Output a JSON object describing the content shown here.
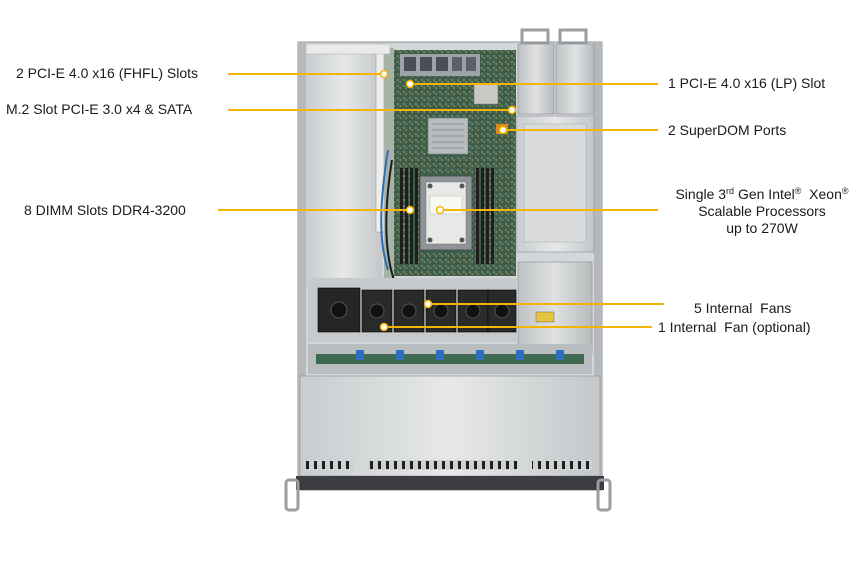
{
  "callouts": {
    "pcie_fhfl": "2 PCI-E 4.0 x16 (FHFL) Slots",
    "m2_slot": "M.2 Slot PCI-E 3.0 x4 & SATA",
    "dimm": "8 DIMM Slots DDR4-3200",
    "pcie_lp": "1 PCI-E 4.0 x16 (LP) Slot",
    "superdom": "2 SuperDOM Ports",
    "cpu_line1_a": "Single 3",
    "cpu_line1_sup1": "rd",
    "cpu_line1_b": " Gen Intel",
    "cpu_line1_sup2": "®",
    "cpu_line1_c": "  Xeon",
    "cpu_line1_sup3": "®",
    "cpu_line2": "Scalable Processors",
    "cpu_line3": "up to 270W",
    "fans5": "5 Internal  Fans",
    "fan1": "1 Internal  Fan (optional)"
  },
  "colors": {
    "leader": "#f5b400",
    "dot": "#ffffff"
  }
}
